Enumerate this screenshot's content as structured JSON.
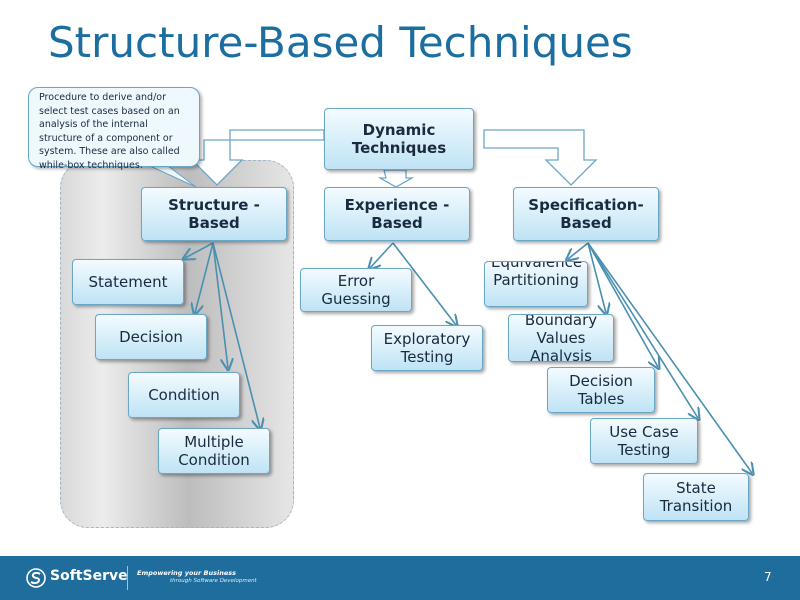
{
  "title": "Structure-Based Techniques",
  "callout_text": "Procedure to derive and/or select test cases based on an analysis of the internal structure of a component or system. These are also called while-box techniques.",
  "nodes": {
    "dynamic": "Dynamic Techniques",
    "structure": "Structure - Based",
    "experience": "Experience - Based",
    "specification": "Specification- Based",
    "statement": "Statement",
    "decision": "Decision",
    "condition": "Condition",
    "multiple_condition": "Multiple Condition",
    "error_guessing": "Error Guessing",
    "exploratory_testing": "Exploratory Testing",
    "equivalence_partitioning": "Equivalence Partitioning",
    "boundary_values": "Boundary Values Analysis",
    "decision_tables": "Decision Tables",
    "use_case_testing": "Use Case Testing",
    "state_transition": "State Transition"
  },
  "footer": {
    "brand": "SoftServe",
    "tagline_1": "Empowering your Business",
    "tagline_2": "through Software Development",
    "page_number": "7"
  },
  "colors": {
    "title": "#1b6e9f",
    "footer": "#1f6d9c",
    "node_border": "#6aa6c6",
    "arrow": "#4a90b0"
  }
}
